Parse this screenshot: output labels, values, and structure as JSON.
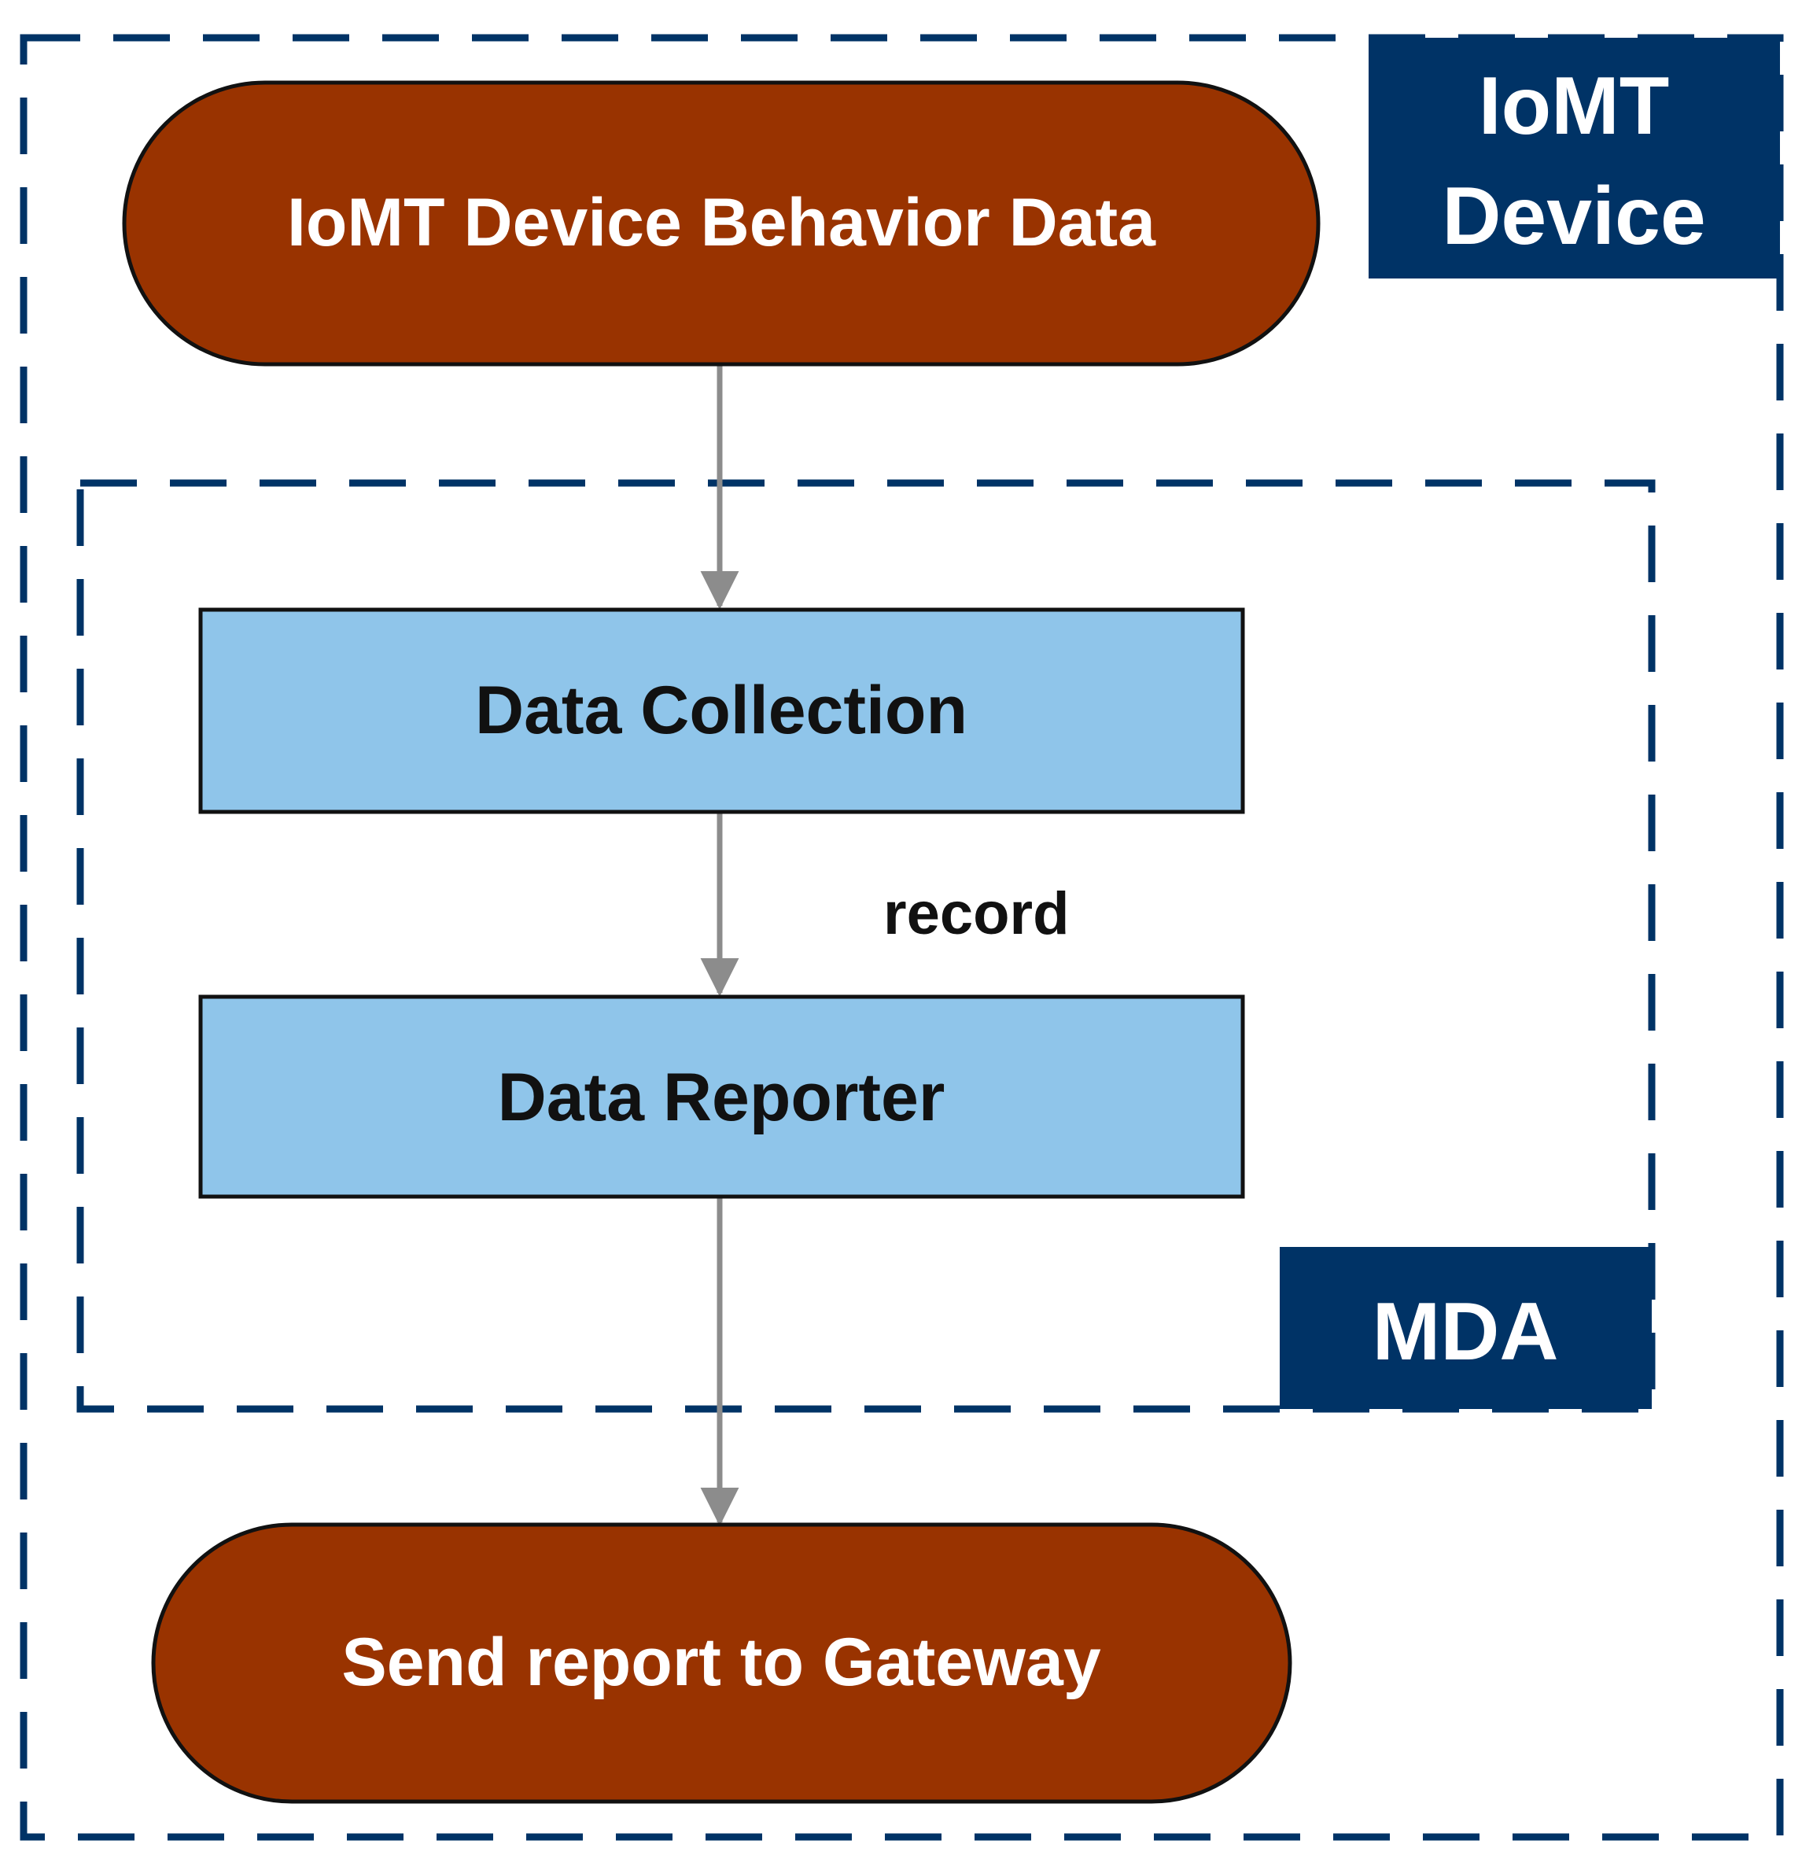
{
  "diagram": {
    "outer_container": {
      "label_line1": "IoMT",
      "label_line2": "Device"
    },
    "inner_container": {
      "label": "MDA"
    },
    "nodes": {
      "input": "IoMT Device Behavior Data",
      "collection": "Data Collection",
      "reporter": "Data Reporter",
      "output": "Send report to Gateway"
    },
    "edges": {
      "collection_to_reporter": "record"
    }
  },
  "colors": {
    "navy": "#003366",
    "brown": "#993300",
    "light_blue": "#8fc5ea",
    "arrow_gray": "#8c8c8c"
  }
}
